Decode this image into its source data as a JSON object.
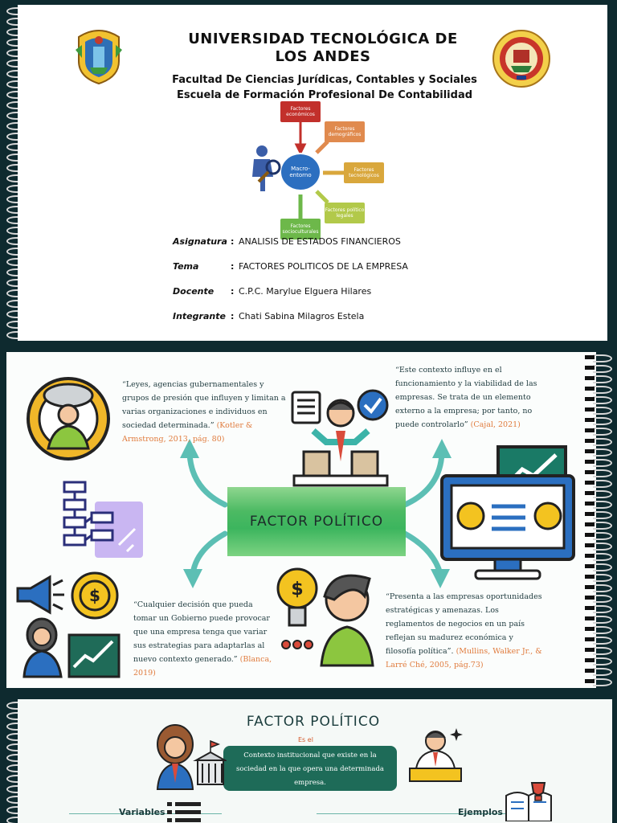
{
  "page1": {
    "title": "UNIVERSIDAD TECNOLÓGICA DE LOS ANDES",
    "faculty": "Facultad De Ciencias Jurídicas, Contables y Sociales",
    "school": "Escuela de Formación Profesional De Contabilidad",
    "diagram": {
      "center": "Macro-entorno",
      "factors": [
        "Factores económicos",
        "Factores demográficos",
        "Factores tecnológicos",
        "Factores político legales",
        "Factores socioculturales"
      ]
    },
    "info": [
      {
        "label": "Asignatura",
        "value": "ANALISIS DE ESTADOS FINANCIEROS"
      },
      {
        "label": "Tema",
        "value": "FACTORES POLITICOS DE LA EMPRESA"
      },
      {
        "label": "Docente",
        "value": "C.P.C. Marylue Elguera Hilares"
      },
      {
        "label": "Integrante",
        "value": "Chati Sabina Milagros Estela"
      }
    ]
  },
  "page2": {
    "center": "FACTOR POLÍTICO",
    "quotes": [
      {
        "text": "“Leyes, agencias gubernamentales y grupos de presión que influyen y limitan a varias organizaciones e individuos en sociedad determinada.”",
        "cite": "(Kotler & Armstrong, 2013, pág. 80)"
      },
      {
        "text": "“Este contexto influye en el funcionamiento y la viabilidad de las empresas. Se trata de un elemento externo a la empresa; por tanto, no puede controlarlo”",
        "cite": "(Cajal, 2021)"
      },
      {
        "text": "“Cualquier decisión que pueda tomar un Gobierno puede provocar que una empresa tenga que variar sus estrategias para adaptarlas al nuevo contexto generado.”",
        "cite": "(Blanca, 2019)"
      },
      {
        "text": "“Presenta a las empresas oportunidades estratégicas y amenazas. Los reglamentos de negocios en un país reflejan su madurez económica y filosofía política”.",
        "cite": "(Mullins, Walker Jr., & Larré Ché, 2005, pág.73)"
      }
    ]
  },
  "page3": {
    "title": "FACTOR POLÍTICO",
    "connector": "Es el",
    "definition": "Contexto institucional que existe en la sociedad en la que opera una determinada empresa.",
    "variables_label": "Variables",
    "examples_label": "Ejemplos"
  },
  "colors": {
    "background": "#0e2a2f",
    "accent_green": "#3cb55e",
    "teal": "#1e6b58",
    "arrow_teal": "#5cbfb4",
    "cite_orange": "#e07b3d"
  }
}
